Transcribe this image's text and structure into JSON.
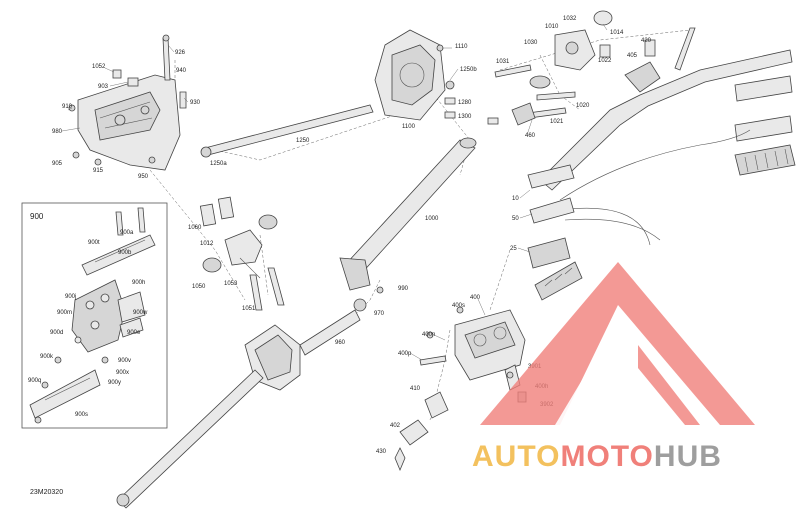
{
  "diagram": {
    "code": "23M20320",
    "inset_title": "900",
    "labels": [
      {
        "id": "926",
        "text": "926"
      },
      {
        "id": "1052",
        "text": "1052"
      },
      {
        "id": "940",
        "text": "940"
      },
      {
        "id": "903",
        "text": "903"
      },
      {
        "id": "930",
        "text": "930"
      },
      {
        "id": "910",
        "text": "910"
      },
      {
        "id": "980",
        "text": "980"
      },
      {
        "id": "905",
        "text": "905"
      },
      {
        "id": "915",
        "text": "915"
      },
      {
        "id": "950",
        "text": "950"
      },
      {
        "id": "1250a",
        "text": "1250a"
      },
      {
        "id": "1250",
        "text": "1250"
      },
      {
        "id": "1110",
        "text": "1110"
      },
      {
        "id": "1250b",
        "text": "1250b"
      },
      {
        "id": "1280",
        "text": "1280"
      },
      {
        "id": "1300",
        "text": "1300"
      },
      {
        "id": "1100",
        "text": "1100"
      },
      {
        "id": "1030",
        "text": "1030"
      },
      {
        "id": "1010",
        "text": "1010"
      },
      {
        "id": "1032",
        "text": "1032"
      },
      {
        "id": "1014",
        "text": "1014"
      },
      {
        "id": "1031",
        "text": "1031"
      },
      {
        "id": "1022",
        "text": "1022"
      },
      {
        "id": "420",
        "text": "420"
      },
      {
        "id": "405",
        "text": "405"
      },
      {
        "id": "1020",
        "text": "1020"
      },
      {
        "id": "460",
        "text": "460"
      },
      {
        "id": "1021",
        "text": "1021"
      },
      {
        "id": "10",
        "text": "10"
      },
      {
        "id": "50",
        "text": "50"
      },
      {
        "id": "25",
        "text": "25"
      },
      {
        "id": "1000",
        "text": "1000"
      },
      {
        "id": "1060",
        "text": "1060"
      },
      {
        "id": "1012",
        "text": "1012"
      },
      {
        "id": "1050",
        "text": "1050"
      },
      {
        "id": "1053",
        "text": "1053"
      },
      {
        "id": "1051",
        "text": "1051"
      },
      {
        "id": "990",
        "text": "990"
      },
      {
        "id": "970",
        "text": "970"
      },
      {
        "id": "960",
        "text": "960"
      },
      {
        "id": "400",
        "text": "400"
      },
      {
        "id": "400s",
        "text": "400s"
      },
      {
        "id": "400n",
        "text": "400n"
      },
      {
        "id": "400p",
        "text": "400p"
      },
      {
        "id": "410",
        "text": "410"
      },
      {
        "id": "3901",
        "text": "3901"
      },
      {
        "id": "400h",
        "text": "400h"
      },
      {
        "id": "3902",
        "text": "3902"
      },
      {
        "id": "402",
        "text": "402"
      },
      {
        "id": "430",
        "text": "430"
      },
      {
        "id": "900a",
        "text": "900a"
      },
      {
        "id": "900t",
        "text": "900t"
      },
      {
        "id": "900b",
        "text": "900b"
      },
      {
        "id": "900h",
        "text": "900h"
      },
      {
        "id": "900j",
        "text": "900j"
      },
      {
        "id": "900w",
        "text": "900w"
      },
      {
        "id": "900m",
        "text": "900m"
      },
      {
        "id": "900d",
        "text": "900d"
      },
      {
        "id": "900e",
        "text": "900e"
      },
      {
        "id": "900k",
        "text": "900k"
      },
      {
        "id": "900v",
        "text": "900v"
      },
      {
        "id": "900x",
        "text": "900x"
      },
      {
        "id": "900q",
        "text": "900q"
      },
      {
        "id": "900y",
        "text": "900y"
      },
      {
        "id": "900s",
        "text": "900s"
      }
    ]
  },
  "watermark": {
    "part1": "AUTO",
    "part2": "MOTO",
    "part3": "HUB",
    "color1": "#f3c15e",
    "color2": "#f0807a",
    "color3": "#9e9e9e",
    "logo_color": "#f0807a"
  }
}
